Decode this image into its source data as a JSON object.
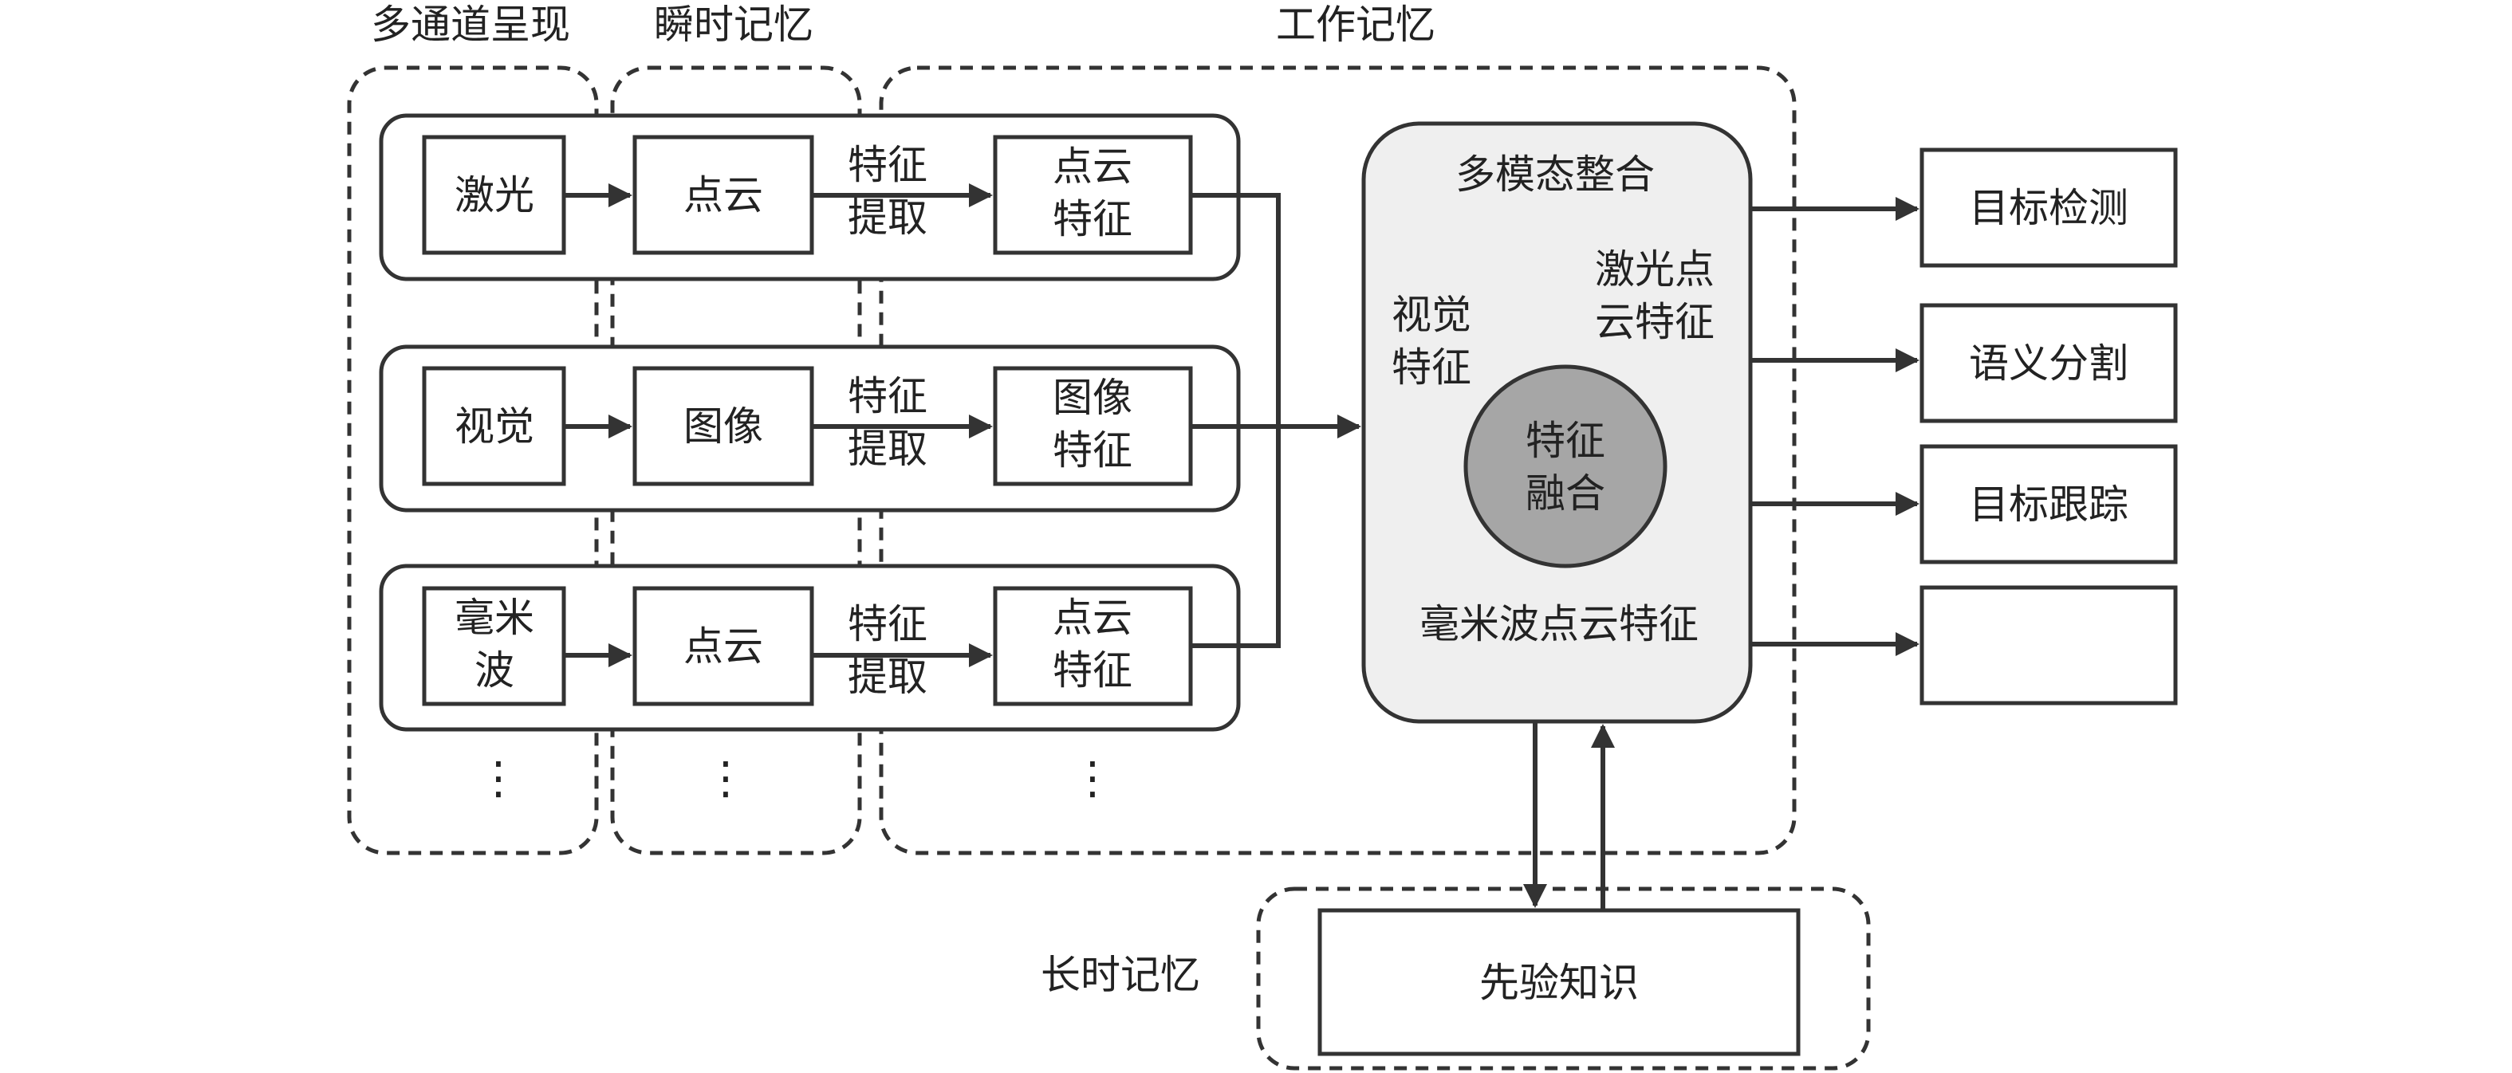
{
  "groups": {
    "multi_channel": "多通道呈现",
    "sensory_memory": "瞬时记忆",
    "working_memory": "工作记忆",
    "long_term_memory": "长时记忆"
  },
  "rows": [
    {
      "sensor": "激光",
      "data": "点云",
      "process_1": "特征",
      "process_2": "提取",
      "feature_1": "点云",
      "feature_2": "特征"
    },
    {
      "sensor": "视觉",
      "data": "图像",
      "process_1": "特征",
      "process_2": "提取",
      "feature_1": "图像",
      "feature_2": "特征"
    },
    {
      "sensor_1": "毫米",
      "sensor_2": "波",
      "data": "点云",
      "process_1": "特征",
      "process_2": "提取",
      "feature_1": "点云",
      "feature_2": "特征"
    }
  ],
  "ellipsis": "⋮",
  "fusion": {
    "title": "多模态整合",
    "visual_1": "视觉",
    "visual_2": "特征",
    "lidar_1": "激光点",
    "lidar_2": "云特征",
    "core_1": "特征",
    "core_2": "融合",
    "radar": "毫米波点云特征"
  },
  "outputs": [
    "目标检测",
    "语义分割",
    "目标跟踪"
  ],
  "prior_knowledge": "先验知识",
  "colors": {
    "stroke": "#333333",
    "fusion_fill": "#efefef",
    "core_fill": "#a6a6a6"
  }
}
